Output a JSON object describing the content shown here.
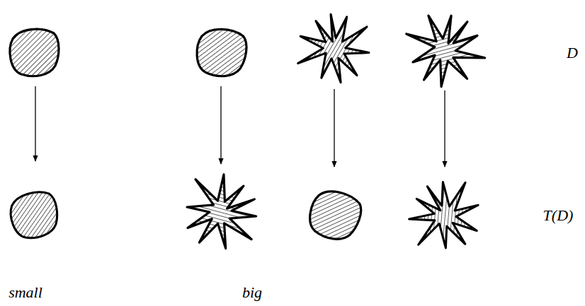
{
  "diagram": {
    "labels": [
      "D",
      "T(D)",
      "small",
      "big"
    ]
  }
}
